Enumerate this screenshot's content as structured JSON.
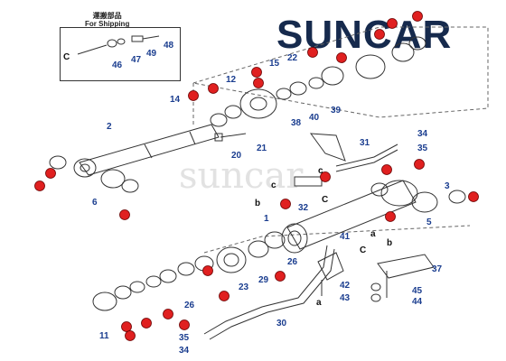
{
  "inset": {
    "title_cn": "運搬部品",
    "title_en": "For Shipping",
    "labels": [
      "46",
      "47",
      "48",
      "49"
    ],
    "ref_c": "C"
  },
  "brand": {
    "text": "SUNCAR",
    "color": "#162a4d",
    "accent": "#e02020"
  },
  "watermark": {
    "text": "suncar"
  },
  "part_labels": [
    "1",
    "2",
    "3",
    "5",
    "6",
    "11",
    "12",
    "14",
    "15",
    "20",
    "21",
    "22",
    "23",
    "26",
    "26",
    "29",
    "30",
    "31",
    "32",
    "34",
    "34",
    "35",
    "35",
    "37",
    "38",
    "39",
    "40",
    "41",
    "42",
    "43",
    "44",
    "45"
  ],
  "ref_letters": [
    "a",
    "a",
    "b",
    "b",
    "c",
    "c",
    "C",
    "C"
  ],
  "red_callouts": 26,
  "colors": {
    "label": "#1a3d8f",
    "callout": "#e02020",
    "line": "#333333"
  }
}
